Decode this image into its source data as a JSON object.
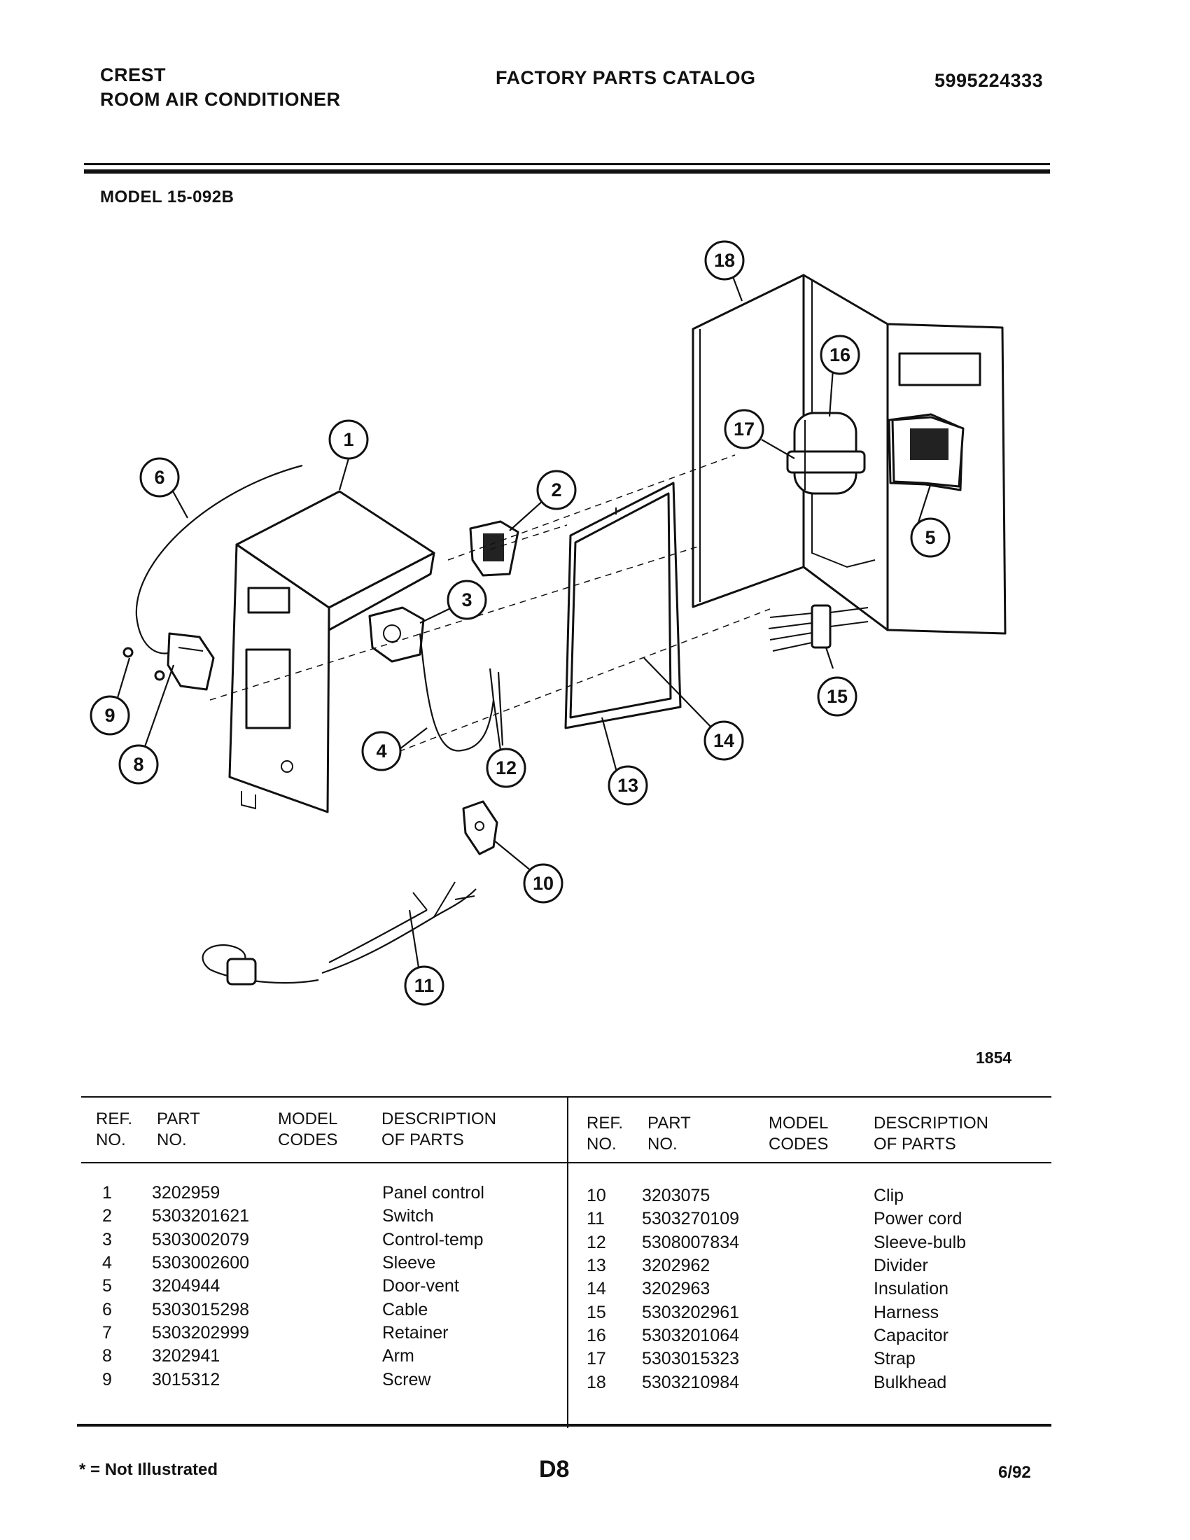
{
  "header": {
    "brand": "CREST",
    "product": "ROOM AIR CONDITIONER",
    "catalog_title": "FACTORY PARTS CATALOG",
    "catalog_number": "5995224333",
    "model": "MODEL 15-092B"
  },
  "diagram": {
    "figure_number": "1854",
    "callouts": [
      "1",
      "2",
      "3",
      "4",
      "5",
      "6",
      "8",
      "9",
      "10",
      "11",
      "12",
      "13",
      "14",
      "15",
      "16",
      "17",
      "18"
    ]
  },
  "table": {
    "headers": {
      "ref_line1": "REF.",
      "ref_line2": "NO.",
      "part_line1": "PART",
      "part_line2": "NO.",
      "model_line1": "MODEL",
      "model_line2": "CODES",
      "desc_line1": "DESCRIPTION",
      "desc_line2": "OF PARTS"
    },
    "left": [
      {
        "ref": "1",
        "part": "3202959",
        "codes": "",
        "desc": "Panel control"
      },
      {
        "ref": "2",
        "part": "5303201621",
        "codes": "",
        "desc": "Switch"
      },
      {
        "ref": "3",
        "part": "5303002079",
        "codes": "",
        "desc": "Control-temp"
      },
      {
        "ref": "4",
        "part": "5303002600",
        "codes": "",
        "desc": "Sleeve"
      },
      {
        "ref": "5",
        "part": "3204944",
        "codes": "",
        "desc": "Door-vent"
      },
      {
        "ref": "6",
        "part": "5303015298",
        "codes": "",
        "desc": "Cable"
      },
      {
        "ref": "7",
        "part": "5303202999",
        "codes": "",
        "desc": "Retainer"
      },
      {
        "ref": "8",
        "part": "3202941",
        "codes": "",
        "desc": "Arm"
      },
      {
        "ref": "9",
        "part": "3015312",
        "codes": "",
        "desc": "Screw"
      }
    ],
    "right": [
      {
        "ref": "10",
        "part": "3203075",
        "codes": "",
        "desc": "Clip"
      },
      {
        "ref": "11",
        "part": "5303270109",
        "codes": "",
        "desc": "Power cord"
      },
      {
        "ref": "12",
        "part": "5308007834",
        "codes": "",
        "desc": "Sleeve-bulb"
      },
      {
        "ref": "13",
        "part": "3202962",
        "codes": "",
        "desc": "Divider"
      },
      {
        "ref": "14",
        "part": "3202963",
        "codes": "",
        "desc": "Insulation"
      },
      {
        "ref": "15",
        "part": "5303202961",
        "codes": "",
        "desc": "Harness"
      },
      {
        "ref": "16",
        "part": "5303201064",
        "codes": "",
        "desc": "Capacitor"
      },
      {
        "ref": "17",
        "part": "5303015323",
        "codes": "",
        "desc": "Strap"
      },
      {
        "ref": "18",
        "part": "5303210984",
        "codes": "",
        "desc": "Bulkhead"
      }
    ]
  },
  "footer": {
    "legend": "* = Not Illustrated",
    "page": "D8",
    "date": "6/92"
  }
}
